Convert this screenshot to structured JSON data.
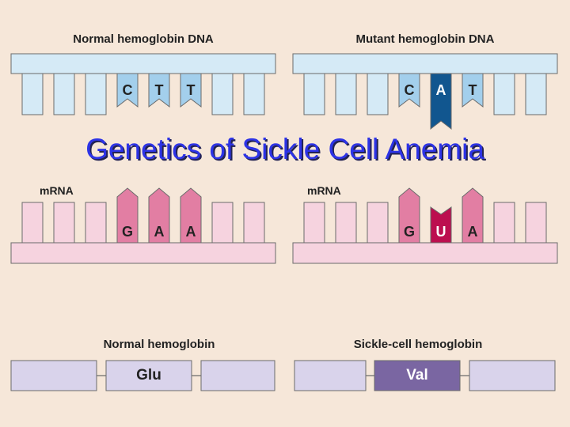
{
  "title": "Genetics of Sickle Cell Anemia",
  "colors": {
    "background": "#f6e7d9",
    "dna_backbone": "#d5eaf6",
    "dna_base": "#a3cfec",
    "dna_mutant_base": "#11568f",
    "mrna_backbone": "#f6d3df",
    "mrna_base": "#e27ea3",
    "mrna_mutant_base": "#bc0e4f",
    "protein_segment": "#d9d3eb",
    "protein_mutant": "#7a66a2",
    "title_text": "#2d33e6"
  },
  "dna": {
    "normal": {
      "label": "Normal hemoglobin DNA",
      "bases": [
        "C",
        "T",
        "T"
      ]
    },
    "mutant": {
      "label": "Mutant hemoglobin DNA",
      "bases": [
        "C",
        "A",
        "T"
      ],
      "mutated_index": 1
    }
  },
  "mrna": {
    "normal": {
      "label": "mRNA",
      "bases": [
        "G",
        "A",
        "A"
      ]
    },
    "mutant": {
      "label": "mRNA",
      "bases": [
        "G",
        "U",
        "A"
      ],
      "mutated_index": 1
    }
  },
  "protein": {
    "normal": {
      "label": "Normal hemoglobin",
      "residue": "Glu"
    },
    "mutant": {
      "label": "Sickle-cell hemoglobin",
      "residue": "Val"
    }
  }
}
